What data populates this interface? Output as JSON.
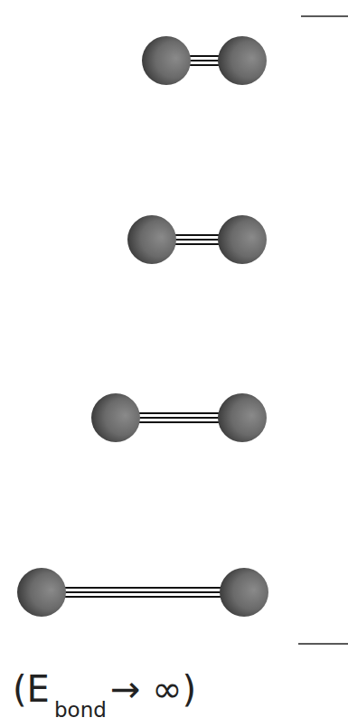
{
  "diagram": {
    "labels": [
      "(E",
      "bond",
      "→ ∞)"
    ]
  }
}
